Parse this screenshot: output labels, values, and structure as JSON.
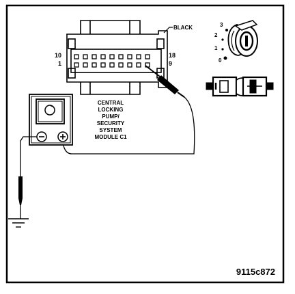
{
  "connector": {
    "color_label": "BLACK",
    "pin_top_left": "10",
    "pin_bottom_left": "1",
    "pin_top_right": "18",
    "pin_bottom_right": "9"
  },
  "module_label_lines": [
    "CENTRAL",
    "LOCKING",
    "PUMP/",
    "SECURITY",
    "SYSTEM",
    "MODULE C1"
  ],
  "ignition_positions": [
    "3",
    "2",
    "1",
    "0"
  ],
  "meter": {
    "negative_symbol": "−",
    "positive_symbol": "+"
  },
  "figure_code": "9115c872"
}
